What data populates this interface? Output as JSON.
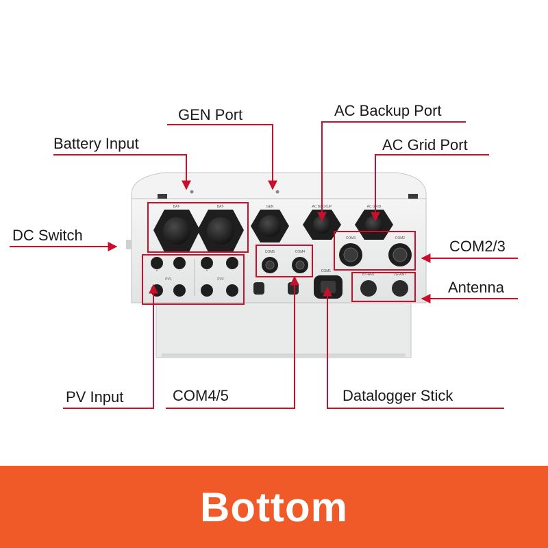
{
  "callouts": {
    "gen_port": "GEN Port",
    "ac_backup_port": "AC Backup Port",
    "battery_input": "Battery Input",
    "ac_grid_port": "AC Grid Port",
    "dc_switch": "DC Switch",
    "com23": "COM2/3",
    "antenna": "Antenna",
    "pv_input": "PV Input",
    "com45": "COM4/5",
    "datalogger_stick": "Datalogger Stick"
  },
  "panel_labels": {
    "bat1": "BAT-",
    "bat2": "BAT-",
    "gen": "GEN",
    "ac_backup": "AC BACKUP",
    "ac_grid": "AC GRID",
    "com2": "COM3",
    "com3": "COM2",
    "com5": "COM5",
    "com4": "COM4",
    "com1": "COM1",
    "ant1": "BT-ANT",
    "ant2": "2G-ANT",
    "pv1": "PV1",
    "pv2": "PV2",
    "plus": "+",
    "minus": "-"
  },
  "banner": {
    "text": "Bottom"
  },
  "colors": {
    "accent_red": "#c8102e",
    "banner_orange": "#f05a28",
    "housing": "#eef0ef",
    "connector": "#1e1e1e"
  }
}
